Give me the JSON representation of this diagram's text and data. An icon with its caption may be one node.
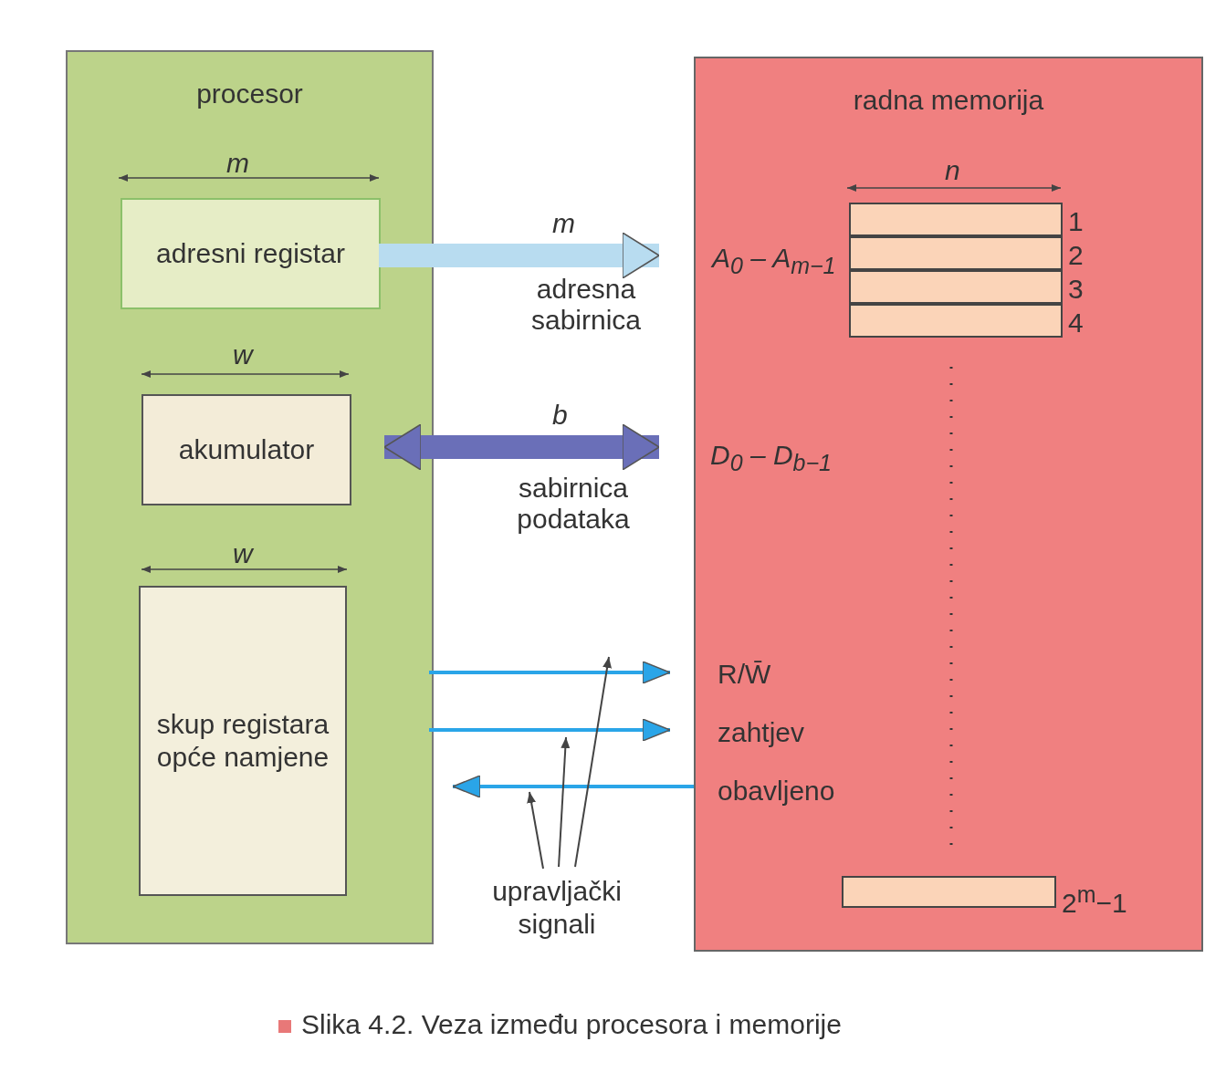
{
  "diagram": {
    "caption": "Slika 4.2. Veza između procesora i memorije",
    "nodes": [
      {
        "text": [
          "procesor"
        ]
      },
      {
        "text": [
          "adresni registar"
        ],
        "in": 0
      },
      {
        "text": [
          "akumulator"
        ],
        "in": 0
      },
      {
        "text": [
          "skup registara opće namjene"
        ],
        "in": 0
      },
      {
        "text": [
          "radna memorija"
        ]
      },
      {
        "text": [],
        "shape": "box",
        "in": 4,
        "beside": [
          "1"
        ]
      },
      {
        "text": [],
        "shape": "box",
        "in": 4,
        "beside": [
          "2"
        ]
      },
      {
        "text": [],
        "shape": "box",
        "in": 4,
        "beside": [
          "3"
        ]
      },
      {
        "text": [],
        "shape": "box",
        "in": 4,
        "beside": [
          "4"
        ]
      },
      {
        "text": [],
        "shape": "box",
        "in": 4,
        "beside": [
          "2$^{m}$−1"
        ]
      },
      {
        "text": [
          "upravljački signali"
        ]
      }
    ],
    "edges": [
      {
        "from": 1,
        "to": 4,
        "arrow": "to",
        "label": "adresna sabirnica",
        "style": "thick",
        "color": "#b8dcf0"
      },
      {
        "from": 2,
        "to": 4,
        "arrow": "both",
        "label": "sabirnica podataka",
        "style": "thick",
        "color": "#6a6fb8"
      },
      {
        "from": 0,
        "to": 4,
        "arrow": "to",
        "color": "#2aa5e8"
      },
      {
        "from": 0,
        "to": 4,
        "arrow": "to",
        "color": "#2aa5e8"
      },
      {
        "from": 4,
        "to": 0,
        "arrow": "to",
        "color": "#2aa5e8"
      },
      {
        "from": 10,
        "to": null,
        "arrow": "to",
        "color": "#444444"
      },
      {
        "from": 10,
        "to": null,
        "arrow": "to",
        "color": "#444444"
      },
      {
        "from": 10,
        "to": null,
        "arrow": "to",
        "color": "#444444"
      }
    ],
    "labels": [
      "m",
      "n",
      "m",
      "A$_{0}$ – A$_{m−1}$",
      "w",
      "b",
      "D$_{0}$ – D$_{b−1}$",
      "w",
      "R/W̄",
      "zahtjev",
      "obavljeno"
    ]
  }
}
